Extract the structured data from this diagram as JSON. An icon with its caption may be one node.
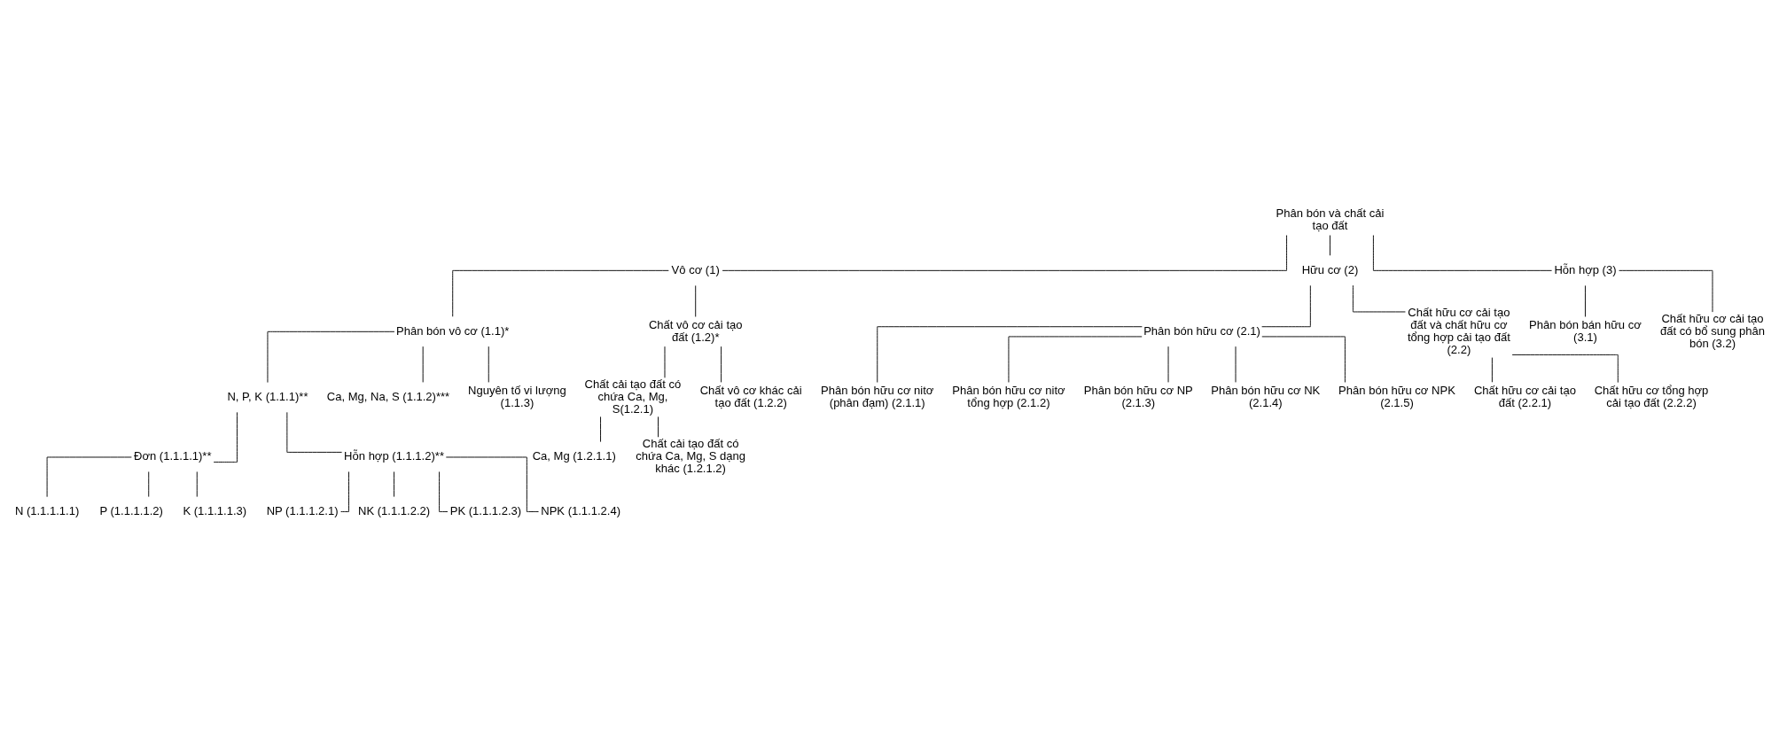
{
  "diagram": {
    "nodes": [
      {
        "text": [
          "Phân bón và chất cải tạo đất"
        ]
      },
      {
        "text": [
          "Vô cơ (1)"
        ]
      },
      {
        "text": [
          "Hữu cơ (2)"
        ]
      },
      {
        "text": [
          "Hỗn hợp (3)"
        ]
      },
      {
        "text": [
          "Phân bón vô cơ (1.1)*"
        ]
      },
      {
        "text": [
          "Chất vô cơ cải tạo đất (1.2)*"
        ]
      },
      {
        "text": [
          "Phân bón hữu cơ (2.1)"
        ]
      },
      {
        "text": [
          "Chất hữu cơ cải tạo đất và chất hữu cơ tổng hợp cải tạo đất (2.2)"
        ]
      },
      {
        "text": [
          "Phân bón bán hữu cơ (3.1)"
        ]
      },
      {
        "text": [
          "Chất hữu cơ cải tạo đất có bổ sung phân bón (3.2)"
        ]
      },
      {
        "text": [
          "N, P, K (1.1.1)**"
        ]
      },
      {
        "text": [
          "Ca, Mg, Na, S (1.1.2)***"
        ]
      },
      {
        "text": [
          "Nguyên tố vi lượng (1.1.3)"
        ]
      },
      {
        "text": [
          "Chất cải tạo đất có chứa Ca, Mg, S(1.2.1)"
        ]
      },
      {
        "text": [
          "Chất vô cơ khác cải tạo đất (1.2.2)"
        ]
      },
      {
        "text": [
          "Chất hữu cơ cải tạo đất (2.2.1)"
        ]
      },
      {
        "text": [
          "Chất hữu cơ tổng hợp cải tạo đất (2.2.2)"
        ]
      },
      {
        "text": [
          "Ca, Mg (1.2.1.1)"
        ]
      },
      {
        "text": [
          "Chất cải tạo đất có chứa Ca, Mg, S dạng khác (1.2.1.2)"
        ]
      },
      {
        "text": [
          "Phân bón hữu cơ nitơ (phân đạm) (2.1.1)"
        ]
      },
      {
        "text": [
          "Phân bón hữu cơ nitơ tổng hợp (2.1.2)"
        ]
      },
      {
        "text": [
          "Phân bón hữu cơ NP (2.1.3)"
        ]
      },
      {
        "text": [
          "Phân bón hữu cơ NK (2.1.4)"
        ]
      },
      {
        "text": [
          "Phân bón hữu cơ NPK (2.1.5)"
        ]
      },
      {
        "text": [
          "Đơn (1.1.1.1)**"
        ]
      },
      {
        "text": [
          "Hỗn hợp (1.1.1.2)**"
        ]
      },
      {
        "text": [
          "N (1.1.1.1.1)"
        ]
      },
      {
        "text": [
          "P (1.1.1.1.2)"
        ]
      },
      {
        "text": [
          "K (1.1.1.1.3)"
        ]
      },
      {
        "text": [
          "NP (1.1.1.2.1)"
        ]
      },
      {
        "text": [
          "NK (1.1.1.2.2)"
        ]
      },
      {
        "text": [
          "PK (1.1.1.2.3)"
        ]
      },
      {
        "text": [
          "NPK (1.1.1.2.4)"
        ]
      }
    ],
    "edges": [
      {
        "from": 0,
        "to": 1,
        "arrow": "none"
      },
      {
        "from": 0,
        "to": 2,
        "arrow": "none"
      },
      {
        "from": 0,
        "to": 3,
        "arrow": "none"
      },
      {
        "from": 1,
        "to": 4,
        "arrow": "none"
      },
      {
        "from": 1,
        "to": 5,
        "arrow": "none"
      },
      {
        "from": 2,
        "to": 6,
        "arrow": "none"
      },
      {
        "from": 2,
        "to": 7,
        "arrow": "none"
      },
      {
        "from": 3,
        "to": 8,
        "arrow": "none"
      },
      {
        "from": 3,
        "to": 9,
        "arrow": "none"
      },
      {
        "from": 4,
        "to": 10,
        "arrow": "none"
      },
      {
        "from": 4,
        "to": 11,
        "arrow": "none"
      },
      {
        "from": 4,
        "to": 12,
        "arrow": "none"
      },
      {
        "from": 5,
        "to": 13,
        "arrow": "none"
      },
      {
        "from": 5,
        "to": 14,
        "arrow": "none"
      },
      {
        "from": 7,
        "to": 15,
        "arrow": "none"
      },
      {
        "from": 7,
        "to": 16,
        "arrow": "none"
      },
      {
        "from": 13,
        "to": 17,
        "arrow": "none"
      },
      {
        "from": 13,
        "to": 18,
        "arrow": "none"
      },
      {
        "from": 6,
        "to": 19,
        "arrow": "none"
      },
      {
        "from": 6,
        "to": 20,
        "arrow": "none"
      },
      {
        "from": 6,
        "to": 21,
        "arrow": "none"
      },
      {
        "from": 6,
        "to": 22,
        "arrow": "none"
      },
      {
        "from": 6,
        "to": 23,
        "arrow": "none"
      },
      {
        "from": 10,
        "to": 24,
        "arrow": "none"
      },
      {
        "from": 10,
        "to": 25,
        "arrow": "none"
      },
      {
        "from": 24,
        "to": 26,
        "arrow": "none"
      },
      {
        "from": 24,
        "to": 27,
        "arrow": "none"
      },
      {
        "from": 24,
        "to": 28,
        "arrow": "none"
      },
      {
        "from": 25,
        "to": 29,
        "arrow": "none"
      },
      {
        "from": 25,
        "to": 30,
        "arrow": "none"
      },
      {
        "from": 25,
        "to": 31,
        "arrow": "none"
      },
      {
        "from": 25,
        "to": 32,
        "arrow": "none"
      }
    ]
  }
}
